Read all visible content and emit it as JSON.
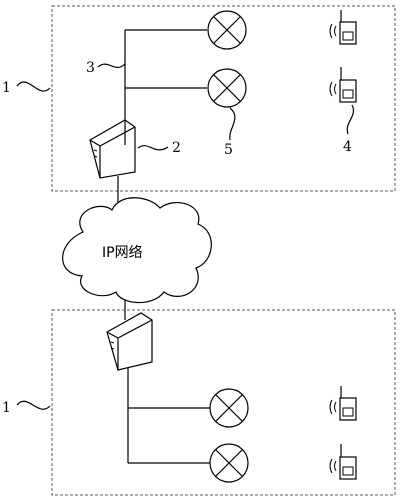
{
  "network_label": "IP网络",
  "labels": {
    "site_top": "1",
    "site_bottom": "1",
    "server": "2",
    "line": "3",
    "handset": "4",
    "lamp": "5"
  }
}
